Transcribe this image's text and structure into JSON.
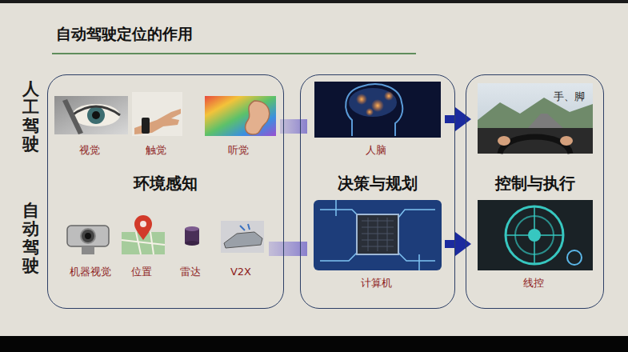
{
  "diagram": {
    "title": "自动驾驶定位的作用",
    "nodes": [
      {
        "text": [
          "环境感知"
        ]
      },
      {
        "text": [
          "视觉"
        ],
        "in": 0
      },
      {
        "text": [
          "触觉"
        ],
        "in": 0
      },
      {
        "text": [
          "听觉"
        ],
        "in": 0
      },
      {
        "text": [
          "机器视觉"
        ],
        "in": 0
      },
      {
        "text": [
          "位置"
        ],
        "in": 0
      },
      {
        "text": [
          "雷达"
        ],
        "in": 0
      },
      {
        "text": [
          "V2X"
        ],
        "in": 0
      },
      {
        "text": [
          "决策与规划"
        ]
      },
      {
        "text": [
          "人脑"
        ],
        "in": 8
      },
      {
        "text": [
          "计算机"
        ],
        "in": 8
      },
      {
        "text": [
          "控制与执行"
        ]
      },
      {
        "text": [
          "手、脚"
        ],
        "in": 11
      },
      {
        "text": [
          "线控"
        ],
        "in": 11
      }
    ],
    "edges": [
      {
        "from": 3,
        "to": 9,
        "arrow": "none"
      },
      {
        "from": 7,
        "to": 10,
        "arrow": "none"
      },
      {
        "from": 9,
        "to": 12,
        "arrow": "to"
      },
      {
        "from": 10,
        "to": 13,
        "arrow": "to"
      }
    ],
    "labels": [
      "人工驾驶",
      "自动驾驶"
    ]
  }
}
